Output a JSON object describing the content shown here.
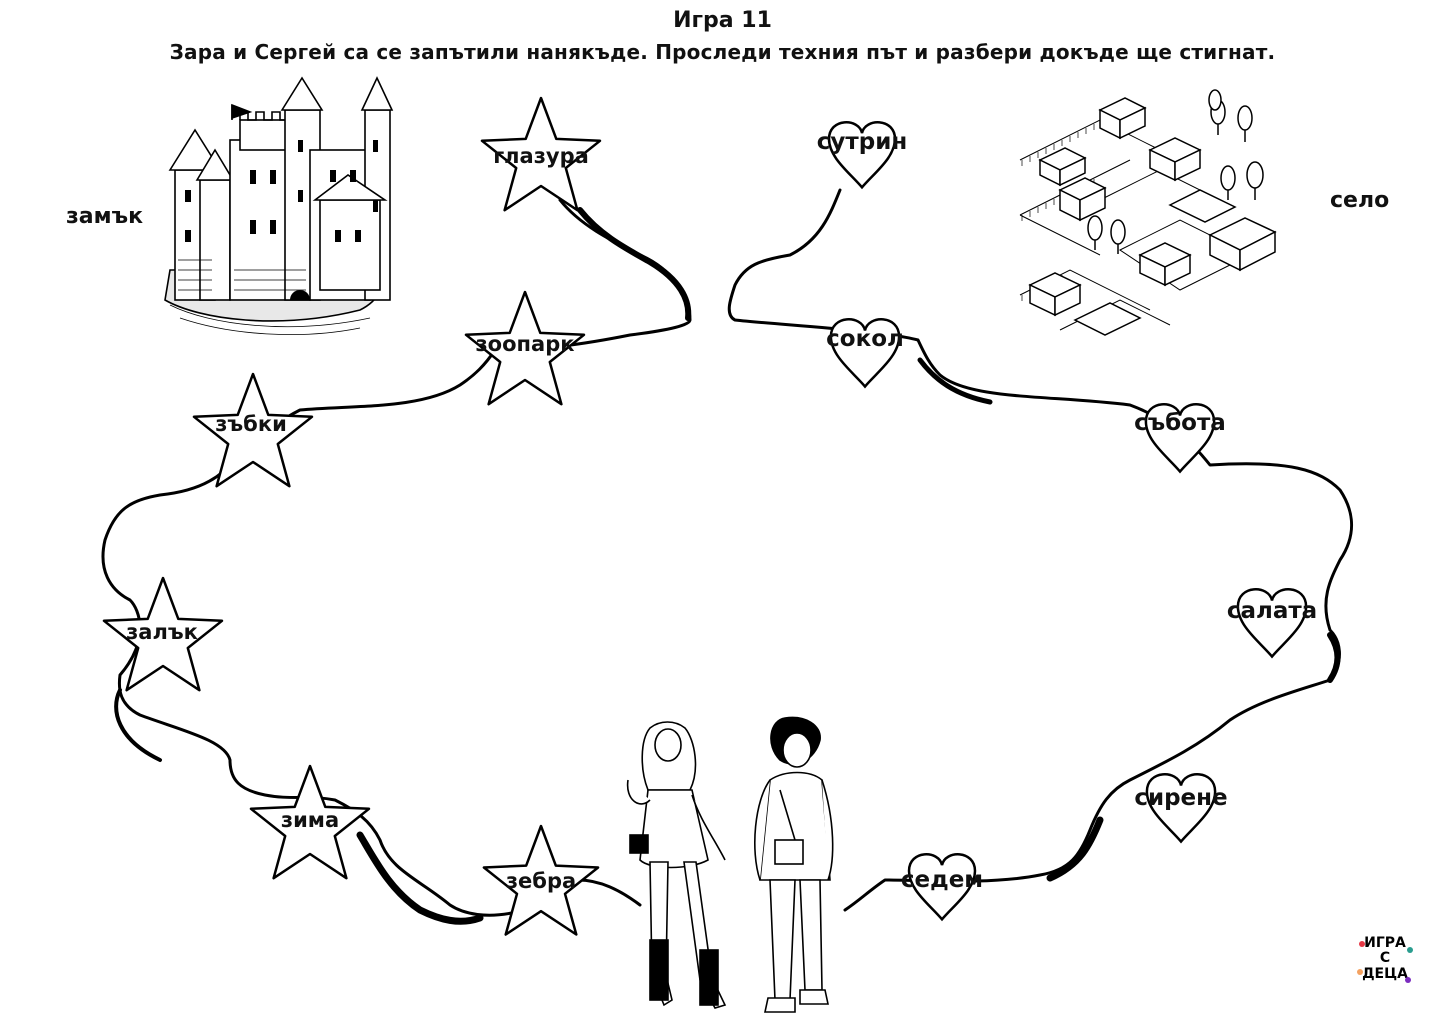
{
  "header": {
    "title": "Игра 11",
    "instructions": "Зара и Сергей са се запътили нанякъде. Проследи техния път и разбери докъде ще стигнат."
  },
  "places": {
    "left": "замък",
    "right": "село"
  },
  "stars": [
    "глазура",
    "зоопарк",
    "зъбки",
    "залък",
    "зима",
    "зебра"
  ],
  "hearts": [
    "сутрин",
    "сокол",
    "събота",
    "салата",
    "сирене",
    "седем"
  ],
  "logo": {
    "line1": "ИГРА",
    "line2": "С",
    "line3": "ДЕЦА"
  }
}
